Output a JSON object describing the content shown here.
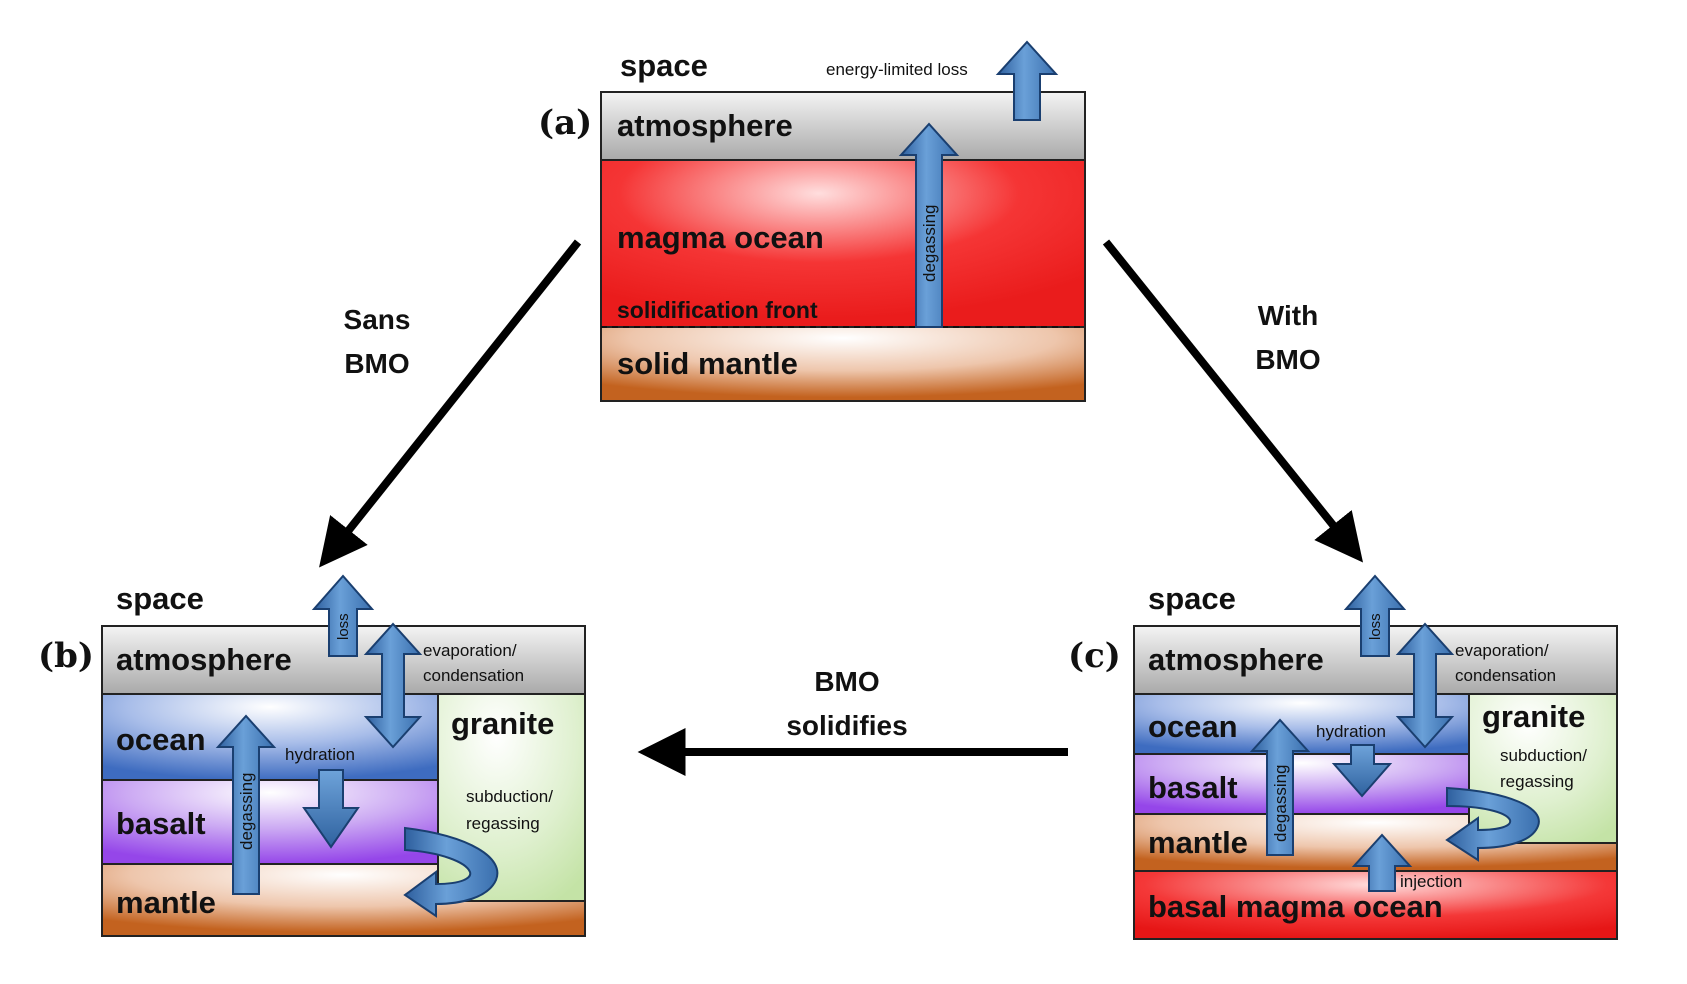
{
  "panels": {
    "a": {
      "label": "(a)",
      "space": "space",
      "atmosphere": "atmosphere",
      "magma_ocean": "magma ocean",
      "solidification_front": "solidification front",
      "solid_mantle": "solid mantle",
      "degassing": "degassing",
      "loss": "energy-limited loss"
    },
    "b": {
      "label": "(b)",
      "space": "space",
      "atmosphere": "atmosphere",
      "ocean": "ocean",
      "basalt": "basalt",
      "mantle": "mantle",
      "granite": "granite",
      "loss": "loss",
      "evaporation_1": "evaporation/",
      "evaporation_2": "condensation",
      "hydration": "hydration",
      "degassing": "degassing",
      "subduction_1": "subduction/",
      "subduction_2": "regassing"
    },
    "c": {
      "label": "(c)",
      "space": "space",
      "atmosphere": "atmosphere",
      "ocean": "ocean",
      "basalt": "basalt",
      "mantle": "mantle",
      "granite": "granite",
      "bmo": "basal magma ocean",
      "loss": "loss",
      "evaporation_1": "evaporation/",
      "evaporation_2": "condensation",
      "hydration": "hydration",
      "degassing": "degassing",
      "subduction_1": "subduction/",
      "subduction_2": "regassing",
      "injection": "injection"
    }
  },
  "transitions": {
    "sans_1": "Sans",
    "sans_2": "BMO",
    "with_1": "With",
    "with_2": "BMO",
    "solid_1": "BMO",
    "solid_2": "solidifies"
  },
  "colors": {
    "arrow_fill": "#4a83c2",
    "atmosphere": "#b5b5b5",
    "magma": "#f02020",
    "mantle": "#c8692a",
    "ocean": "#4471c4",
    "basalt": "#9b4ded",
    "granite": "#cde8b4"
  }
}
